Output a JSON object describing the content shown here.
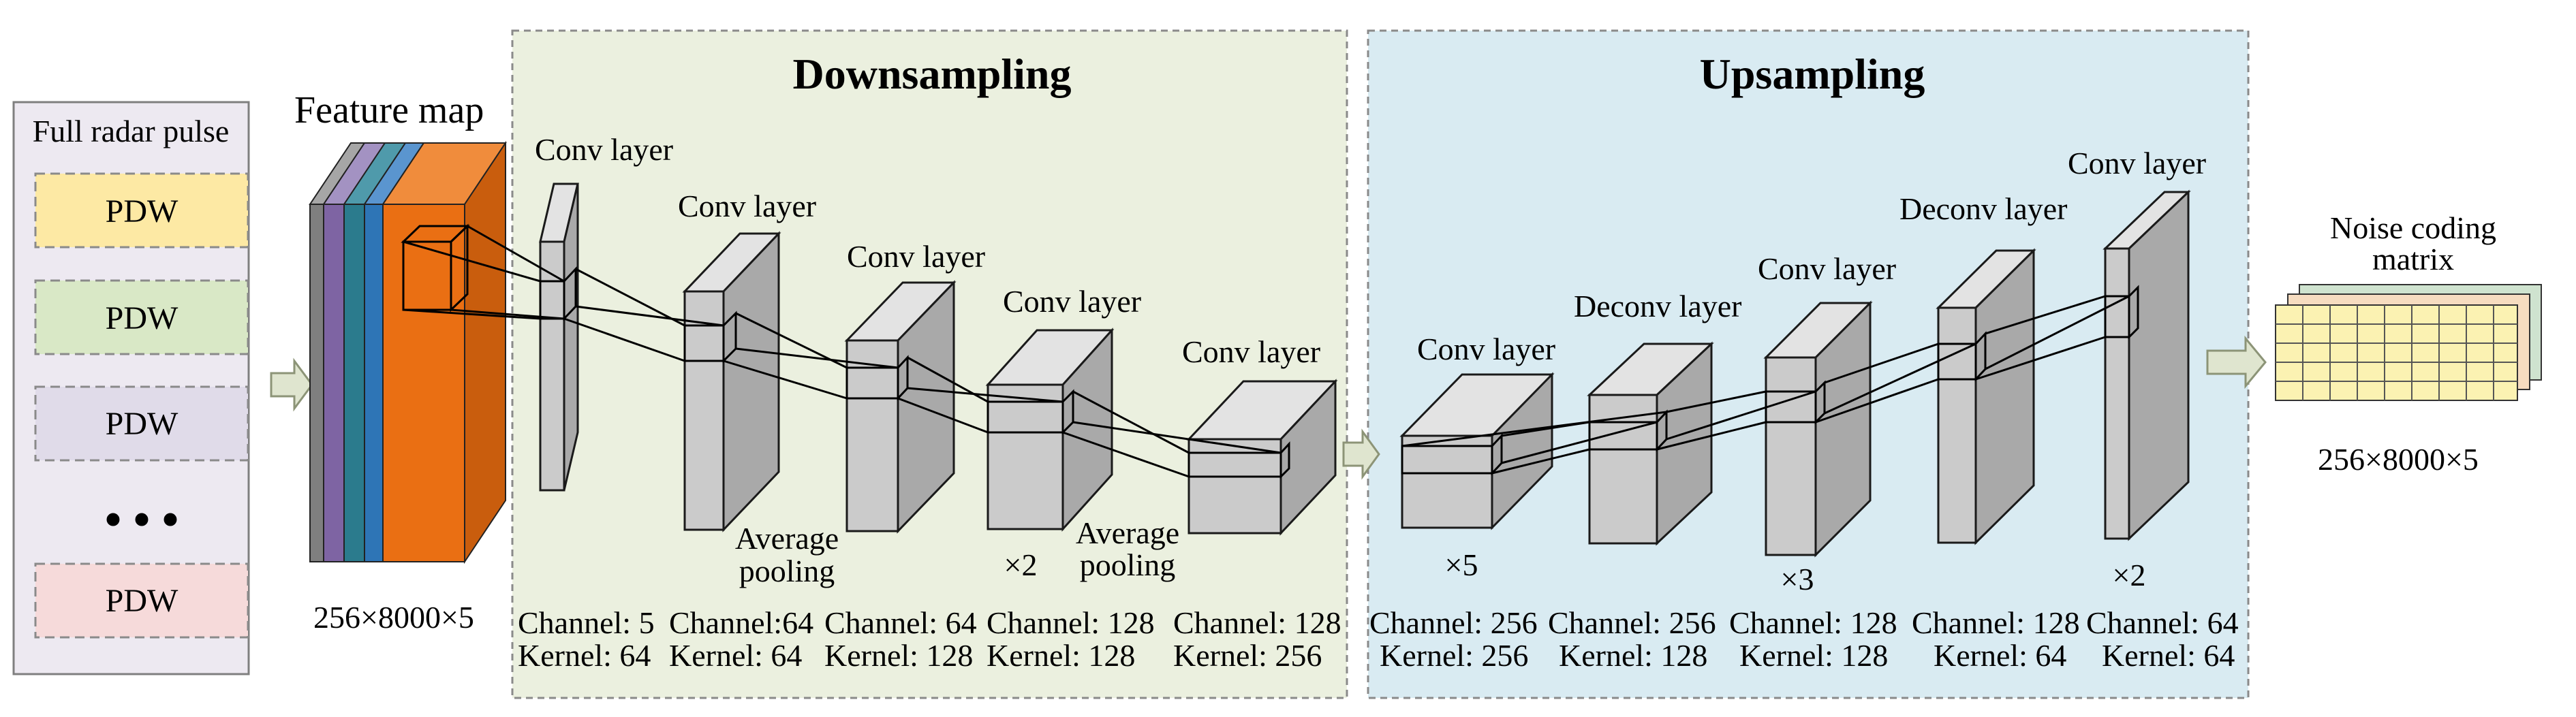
{
  "input": {
    "title": "Full radar pulse",
    "items": [
      "PDW",
      "PDW",
      "PDW",
      "PDW"
    ],
    "ellipsis": "•   •   •"
  },
  "feature_map": {
    "title": "Feature map",
    "size": "256×8000×5"
  },
  "downsampling": {
    "title": "Downsampling",
    "layers": [
      {
        "label": "Conv layer",
        "channel": "Channel: 5",
        "kernel": "Kernel: 64"
      },
      {
        "label": "Conv layer",
        "channel": "Channel:64",
        "kernel": "Kernel: 64"
      },
      {
        "label": "Conv layer",
        "channel": "Channel: 64",
        "kernel": "Kernel: 128"
      },
      {
        "label": "Conv layer",
        "channel": "Channel: 128",
        "kernel": "Kernel: 128"
      },
      {
        "label": "Conv layer",
        "channel": "Channel: 128",
        "kernel": "Kernel: 256"
      }
    ],
    "pool1_line1": "Average",
    "pool1_line2": "pooling",
    "pool2_line1": "Average",
    "pool2_line2": "pooling",
    "repeat": "×2"
  },
  "upsampling": {
    "title": "Upsampling",
    "layers": [
      {
        "label": "Conv layer",
        "channel": "Channel: 256",
        "kernel": "Kernel: 256",
        "repeat": "×5"
      },
      {
        "label": "Deconv layer",
        "channel": "Channel: 256",
        "kernel": "Kernel: 128",
        "repeat": ""
      },
      {
        "label": "Conv layer",
        "channel": "Channel: 128",
        "kernel": "Kernel: 128",
        "repeat": "×3"
      },
      {
        "label": "Deconv layer",
        "channel": "Channel: 128",
        "kernel": "Kernel: 64",
        "repeat": ""
      },
      {
        "label": "Conv layer",
        "channel": "Channel: 64",
        "kernel": "Kernel: 64",
        "repeat": "×2"
      }
    ]
  },
  "output": {
    "title_line1": "Noise coding",
    "title_line2": "matrix",
    "size": "256×8000×5"
  },
  "colors": {
    "input_panel": "#ede9f1",
    "downsampling_panel": "#ebf0df",
    "upsampling_panel": "#d9ebf2",
    "pdw_fills": [
      "#fde9a4",
      "#d9e8c6",
      "#e0dbe9",
      "#f6dada"
    ],
    "feature_layers": [
      "#7f7f7f",
      "#7e64a3",
      "#2b7b8d",
      "#2e75b6",
      "#ea6f13"
    ],
    "layer_box": "#cbcbcb",
    "matrix_front": "#fbf2b2",
    "matrix_mid": "#f6dcc0",
    "matrix_back": "#cfe3cf",
    "arrow": "#dfe5cf"
  }
}
